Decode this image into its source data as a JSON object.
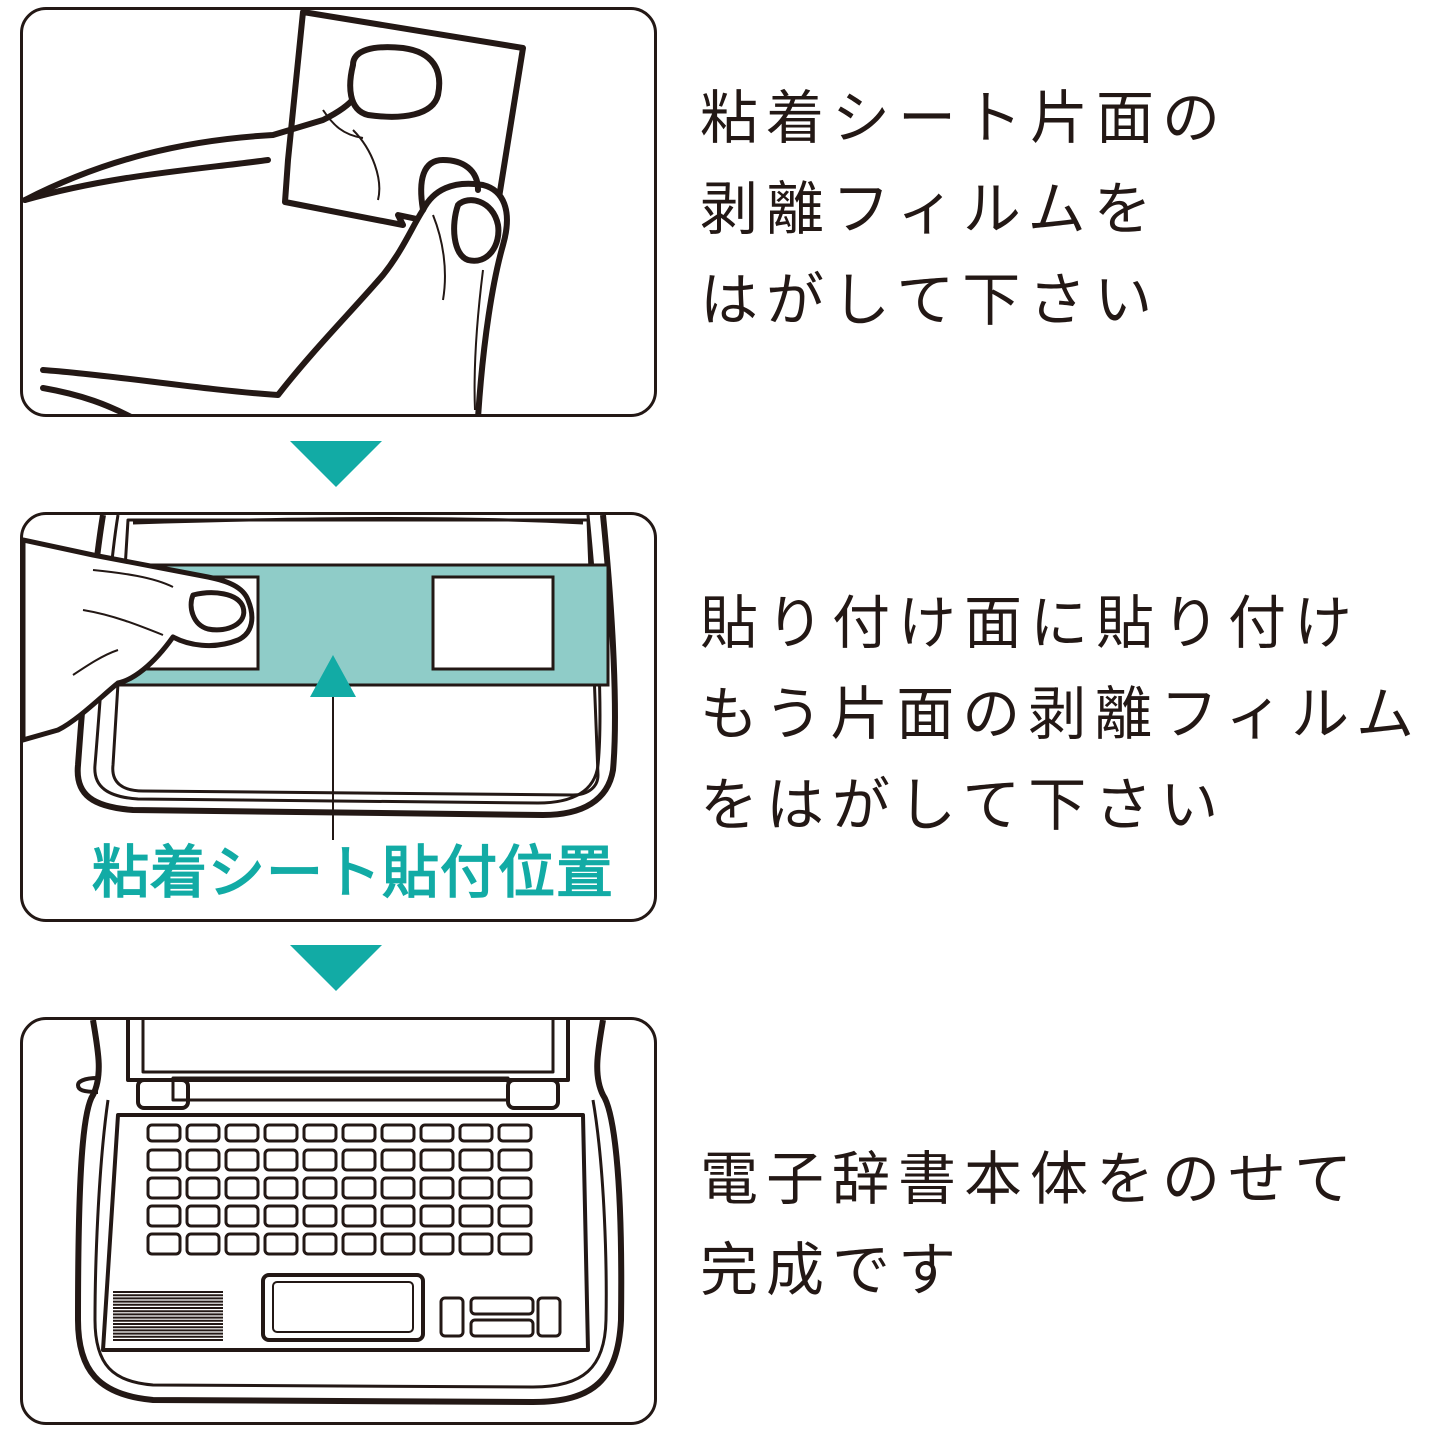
{
  "steps": [
    {
      "lines": [
        "粘着シート片面の",
        "剥離フィルムを",
        "はがして下さい"
      ]
    },
    {
      "lines": [
        "貼り付け面に貼り付け",
        "もう片面の剥離フィルム",
        "をはがして下さい"
      ]
    },
    {
      "lines": [
        "電子辞書本体をのせて",
        "完成です"
      ]
    }
  ],
  "position_label": "粘着シート貼付位置",
  "colors": {
    "accent": "#12aba5",
    "sheet": "#8fccc8",
    "line": "#231815"
  },
  "icons": {
    "arrow": "triangle-down",
    "pointer": "triangle-up"
  }
}
